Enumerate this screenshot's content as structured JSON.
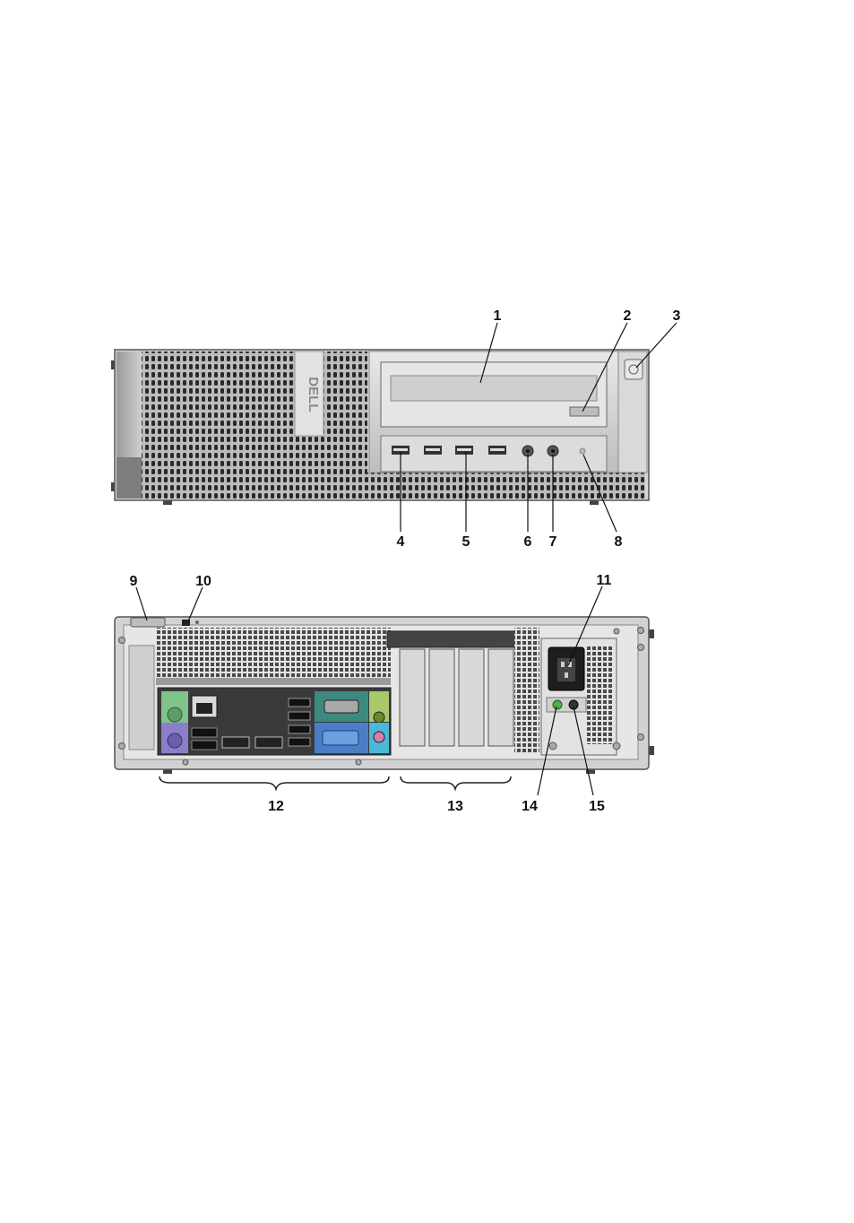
{
  "figure": {
    "front_brand": "DELL",
    "callouts": [
      {
        "id": "1",
        "text": "1"
      },
      {
        "id": "2",
        "text": "2"
      },
      {
        "id": "3",
        "text": "3"
      },
      {
        "id": "4",
        "text": "4"
      },
      {
        "id": "5",
        "text": "5"
      },
      {
        "id": "6",
        "text": "6"
      },
      {
        "id": "7",
        "text": "7"
      },
      {
        "id": "8",
        "text": "8"
      },
      {
        "id": "9",
        "text": "9"
      },
      {
        "id": "10",
        "text": "10"
      },
      {
        "id": "11",
        "text": "11"
      },
      {
        "id": "12",
        "text": "12"
      },
      {
        "id": "13",
        "text": "13"
      },
      {
        "id": "14",
        "text": "14"
      },
      {
        "id": "15",
        "text": "15"
      }
    ]
  },
  "colors": {
    "chassis": "#c8c8c8",
    "chassis_dark": "#8c8c8c",
    "grille_hole": "#2a2a2a",
    "io_panel": "#3a3a3a",
    "ps2_keyboard": "#8a7fc8",
    "ps2_mouse": "#7fc48a",
    "vga": "#4a7fc8",
    "audio_line_out": "#a8c86a",
    "audio_mic": "#d87fa8"
  }
}
